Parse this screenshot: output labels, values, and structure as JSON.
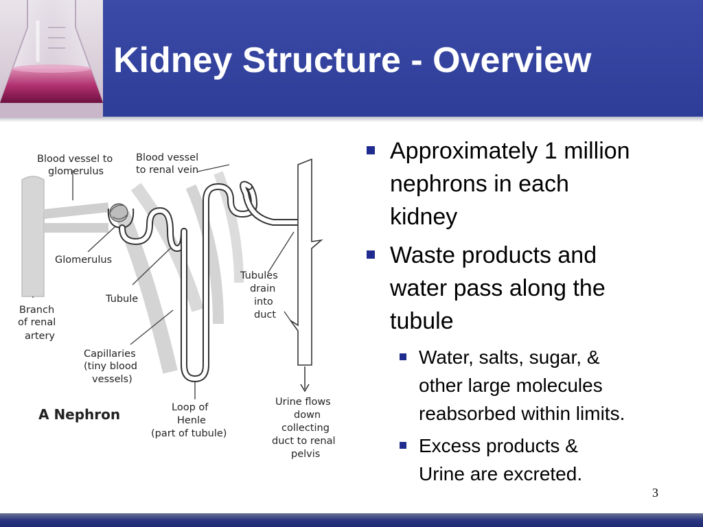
{
  "slide": {
    "title": "Kidney Structure - Overview",
    "page_number": "3"
  },
  "diagram": {
    "title": "A Nephron",
    "labels": {
      "vessel_to_glomerulus": [
        "Blood vessel to",
        "glomerulus"
      ],
      "vessel_to_renal_vein": [
        "Blood vessel",
        "to renal vein"
      ],
      "glomerulus": "Glomerulus",
      "branch_renal_artery": [
        "Branch",
        "of renal",
        "artery"
      ],
      "tubule": "Tubule",
      "capillaries": [
        "Capillaries",
        "(tiny blood",
        "vessels)"
      ],
      "tubules_drain": [
        "Tubules",
        "drain",
        "into",
        "duct"
      ],
      "loop_of_henle": [
        "Loop of",
        "Henle",
        "(part of tubule)"
      ],
      "urine_flows": [
        "Urine flows",
        "down",
        "collecting",
        "duct to renal",
        "pelvis"
      ]
    }
  },
  "bullets": [
    {
      "text": "Approximately 1 million nephrons in each kidney",
      "lines": [
        "Approximately 1 million",
        "nephrons in each",
        "kidney"
      ],
      "children": []
    },
    {
      "text": "Waste products and water pass along the tubule",
      "lines": [
        "Waste products and",
        "water pass along the",
        "tubule"
      ],
      "children": [
        {
          "lines": [
            "Water, salts, sugar, &",
            "other large molecules",
            "reabsorbed within limits."
          ]
        },
        {
          "lines": [
            "Excess products &",
            "Urine are excreted."
          ]
        }
      ]
    }
  ],
  "colors": {
    "header": "#3a4aa6",
    "bullet": "#1f2b8f",
    "footer": "#1f2a75"
  },
  "icons": {
    "flask": "flask-icon",
    "bullet": "square-bullet-icon"
  }
}
